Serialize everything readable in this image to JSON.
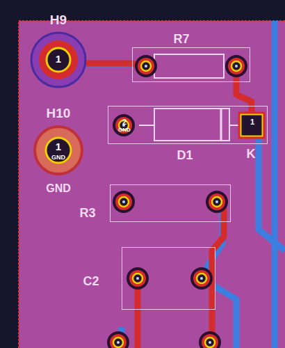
{
  "diagram": {
    "nodes": [
      {
        "text": [
          "H9",
          "1"
        ]
      },
      {
        "text": [
          "H10",
          "1",
          "GND",
          "GND"
        ]
      },
      {
        "text": [
          "R7"
        ]
      },
      {
        "text": [
          "2",
          "GND",
          "D1",
          "1",
          "K"
        ]
      },
      {
        "text": [
          "R3"
        ]
      },
      {
        "text": [
          "C2"
        ]
      }
    ],
    "edges": [
      {
        "from": 0,
        "to": 2,
        "arrow": "none"
      },
      {
        "from": 2,
        "to": 3,
        "arrow": "none"
      }
    ]
  }
}
